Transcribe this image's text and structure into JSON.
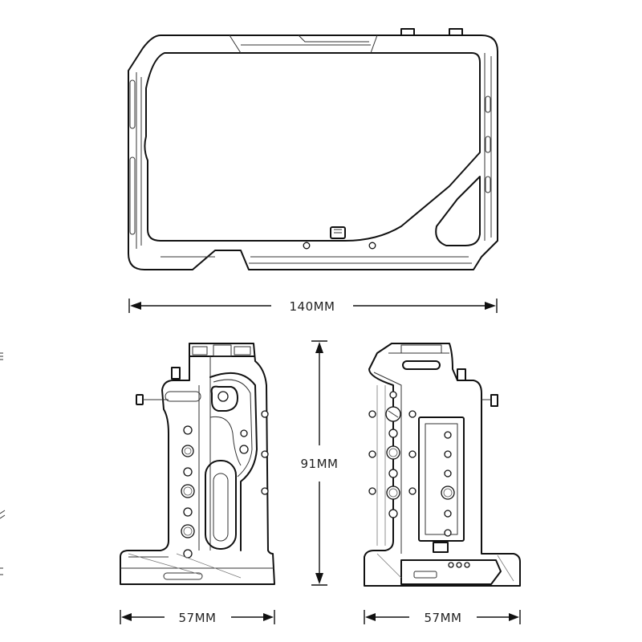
{
  "dimensions": {
    "width_top": "140MM",
    "height_side": "91MM",
    "depth_left": "57MM",
    "depth_right": "57MM"
  }
}
